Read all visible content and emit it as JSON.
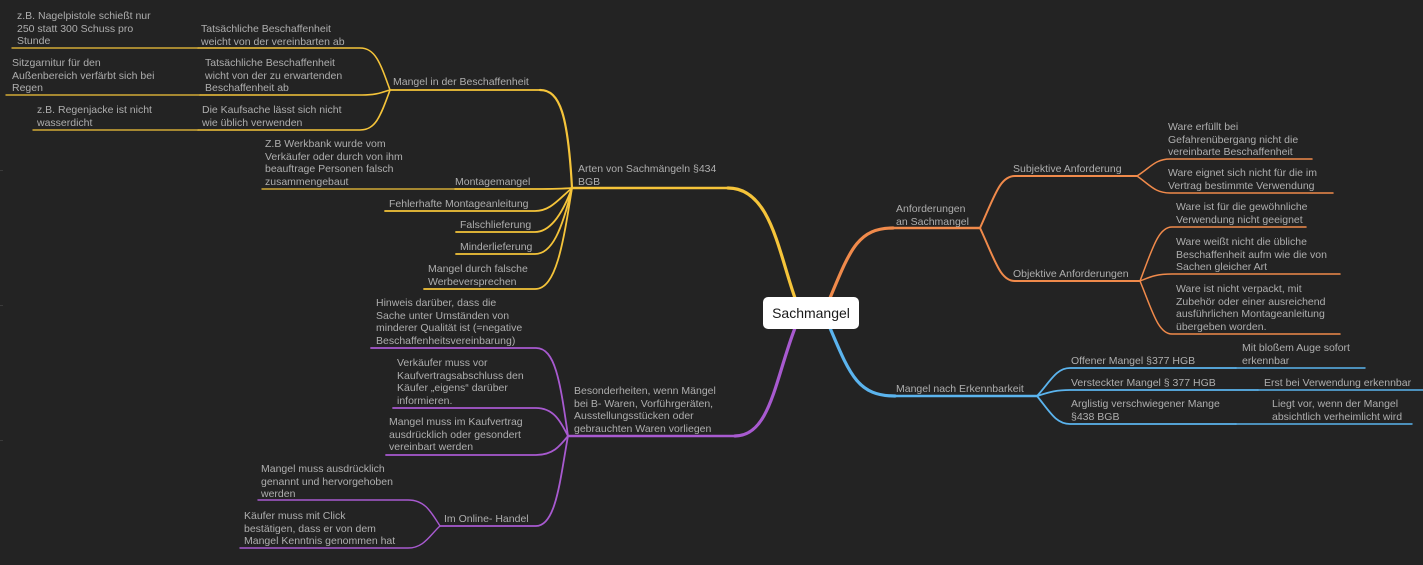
{
  "root": {
    "label": "Sachmangel"
  },
  "colors": {
    "background": "#232323",
    "yellow": "#f5c43a",
    "orange": "#f08a4b",
    "blue": "#5bb4ee",
    "purple": "#a85ad0",
    "text": "#aeaeae"
  },
  "branches": {
    "arten": {
      "label": "Arten von Sachmängeln §434\nBGB",
      "beschaffenheit": {
        "label": "Mangel in der Beschaffenheit",
        "t1": {
          "label": "Tatsächliche Beschaffenheit\nweicht von der vereinbarten ab",
          "example": "z.B. Nagelpistole schießt nur\n250 statt 300 Schuss pro\nStunde"
        },
        "t2": {
          "label": "Tatsächliche Beschaffenheit\nwicht von der zu erwartenden\nBeschaffenheit ab",
          "example": "Sitzgarnitur für den\nAußenbereich verfärbt sich bei\nRegen"
        },
        "t3": {
          "label": "Die Kaufsache lässt sich nicht\nwie üblich verwenden",
          "example": "z.B. Regenjacke ist nicht\nwasserdicht"
        }
      },
      "montage": {
        "label": "Montagemangel",
        "example": "Z.B Werkbank wurde vom\nVerkäufer oder durch von ihm\nbeauftrage Personen falsch\nzusammengebaut"
      },
      "anleitung": {
        "label": "Fehlerhafte Montageanleitung"
      },
      "falsch": {
        "label": "Falschlieferung"
      },
      "minder": {
        "label": "Minderlieferung"
      },
      "werbung": {
        "label": "Mangel durch falsche\nWerbeversprechen"
      }
    },
    "besonder": {
      "label": "Besonderheiten, wenn Mängel\nbei B- Waren, Vorführgeräten,\nAusstellungsstücken oder\ngebrauchten Waren vorliegen",
      "c1": {
        "label": "Hinweis darüber, dass die\nSache unter Umständen von\nminderer Qualität ist (=negative\nBeschaffenheitsvereinbarung)"
      },
      "c2": {
        "label": "Verkäufer muss vor\nKaufvertragsabschluss den\nKäufer „eigens“ darüber\ninformieren."
      },
      "c3": {
        "label": "Mangel muss im Kaufvertrag\nausdrücklich oder gesondert\nvereinbart werden"
      },
      "online": {
        "label": "Im Online- Handel",
        "o1": {
          "label": "Mangel muss ausdrücklich\ngenannt und hervorgehoben\nwerden"
        },
        "o2": {
          "label": "Käufer muss mit Click\nbestätigen, dass er von dem\nMangel Kenntnis genommen hat"
        }
      }
    },
    "anforderungen": {
      "label": "Anforderungen\nan Sachmangel",
      "subjektiv": {
        "label": "Subjektive Anforderung",
        "s1": {
          "label": "Ware erfüllt bei\nGefahrenübergang nicht die\nvereinbarte Beschaffenheit"
        },
        "s2": {
          "label": "Ware eignet sich nicht für die im\nVertrag bestimmte Verwendung"
        }
      },
      "objektiv": {
        "label": "Objektive Anforderungen",
        "b1": {
          "label": "Ware ist für die gewöhnliche\nVerwendung nicht geeignet"
        },
        "b2": {
          "label": "Ware weißt nicht die übliche\nBeschaffenheit aufm wie die von\nSachen gleicher Art"
        },
        "b3": {
          "label": "Ware ist nicht verpackt, mit\nZubehör oder einer ausreichend\nausführlichen Montageanleitung\nübergeben worden."
        }
      }
    },
    "erkenn": {
      "label": "Mangel nach Erkennbarkeit",
      "offen": {
        "label": "Offener Mangel §377 HGB",
        "detail": "Mit bloßem Auge sofort\nerkennbar"
      },
      "versteckt": {
        "label": "Versteckter Mangel § 377 HGB",
        "detail": "Erst bei Verwendung erkennbar"
      },
      "arglist": {
        "label": "Arglistig verschwiegener Mange\n§438 BGB",
        "detail": "Liegt vor, wenn der Mangel\nabsichtlich verheimlicht wird"
      }
    }
  }
}
